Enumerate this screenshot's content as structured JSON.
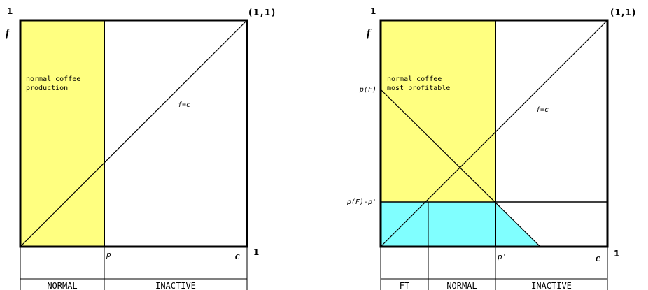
{
  "colors": {
    "yellow_region": "#ffff80",
    "cyan_region": "#80ffff",
    "lines": "#000000",
    "background": "#ffffff"
  },
  "left_diagram": {
    "y_axis_label": "f",
    "x_axis_label": "c",
    "y_max_tick": "1",
    "x_max_tick": "1",
    "corner_label": "(1,1)",
    "region_label_line1": "normal coffee",
    "region_label_line2": "production",
    "diagonal_label": "f=c",
    "threshold_label": "p",
    "threshold_value": 0.37,
    "bottom_labels": [
      "NORMAL",
      "INACTIVE"
    ]
  },
  "right_diagram": {
    "y_axis_label": "f",
    "x_axis_label": "c",
    "y_max_tick": "1",
    "x_max_tick": "1",
    "corner_label": "(1,1)",
    "region_label_line1": "normal coffee",
    "region_label_line2": "most profitable",
    "diagonal_label": "f=c",
    "pf_label": "p(F)",
    "pf_minus_label": "p(F)-p'",
    "threshold_label": "p'",
    "pf_value": 0.71,
    "pf_minus_value": 0.2,
    "threshold_value": 0.51,
    "bottom_labels": [
      "FT",
      "NORMAL",
      "INACTIVE"
    ]
  }
}
